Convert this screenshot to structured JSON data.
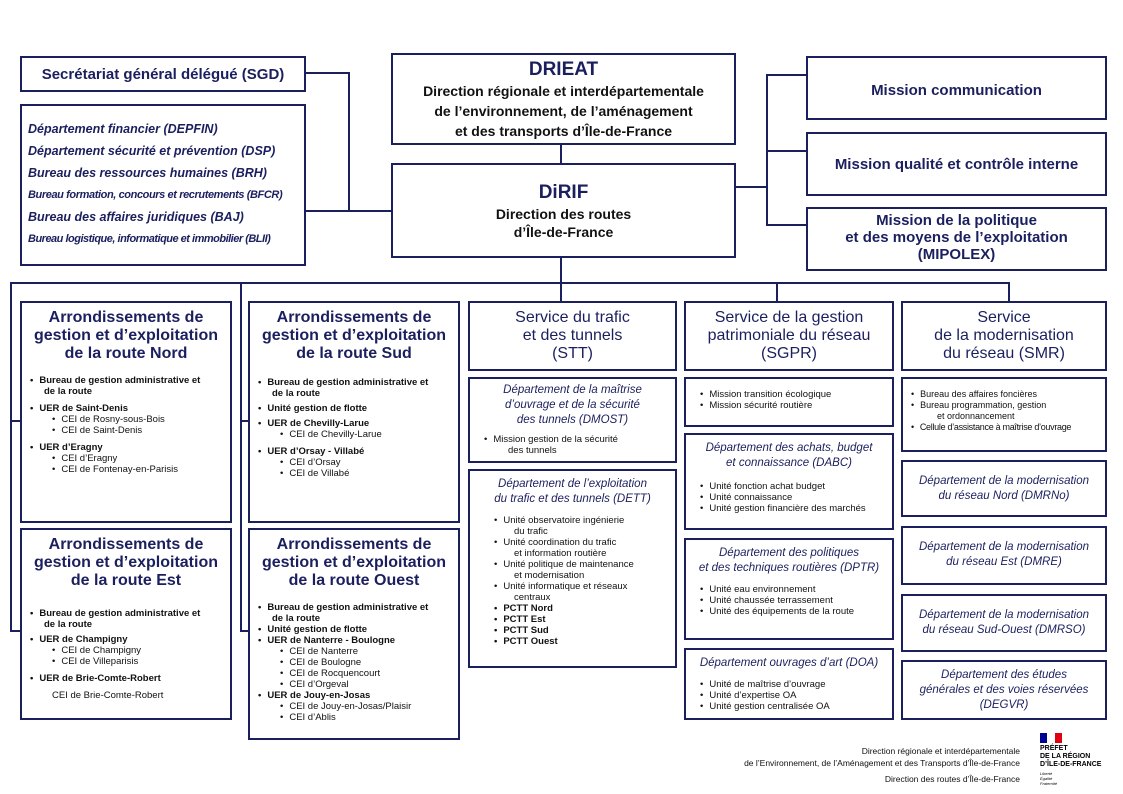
{
  "sgd": {
    "title": "Secrétariat général délégué (SGD)"
  },
  "sgd_units": [
    "Département financier (DEPFIN)",
    "Département sécurité et prévention (DSP)",
    "Bureau des ressources humaines (BRH)",
    "Bureau formation, concours et recrutements (BFCR)",
    "Bureau des affaires juridiques (BAJ)",
    "Bureau logistique, informatique et immobilier (BLII)"
  ],
  "drieat": {
    "title": "DRIEAT",
    "line1": "Direction régionale et interdépartementale",
    "line2": "de l’environnement, de l’aménagement",
    "line3": "et des transports d’Île-de-France"
  },
  "dirif": {
    "title": "DiRIF",
    "line1": "Direction des routes",
    "line2": "d’Île-de-France"
  },
  "missions": {
    "comm": "Mission communication",
    "qual": "Mission qualité et contrôle interne",
    "mipolex1": "Mission de la politique",
    "mipolex2": "et des moyens de l’exploitation",
    "mipolex3": "(MIPOLEX)"
  },
  "nord": {
    "t1": "Arrondissements de",
    "t2": "gestion et d’exploitation",
    "t3": "de la route Nord",
    "i1a": "Bureau de gestion administrative et",
    "i1b": "de la route",
    "i2": "UER de Saint-Denis",
    "i2a": "CEI de Rosny-sous-Bois",
    "i2b": "CEI de Saint-Denis",
    "i3": "UER d’Eragny",
    "i3a": "CEI d’Eragny",
    "i3b": "CEI de Fontenay-en-Parisis"
  },
  "est": {
    "t1": "Arrondissements de",
    "t2": "gestion et d’exploitation",
    "t3": "de la route Est",
    "i1a": "Bureau de gestion administrative et",
    "i1b": "de la route",
    "i2": "UER de Champigny",
    "i2a": "CEI de Champigny",
    "i2b": "CEI de Villeparisis",
    "i3": "UER de Brie-Comte-Robert",
    "i3a": "CEI de Brie-Comte-Robert"
  },
  "sud": {
    "t1": "Arrondissements de",
    "t2": "gestion et d’exploitation",
    "t3": "de la route Sud",
    "i1a": "Bureau de gestion administrative et",
    "i1b": "de la route",
    "i2": "Unité gestion de flotte",
    "i3": "UER de Chevilly-Larue",
    "i3a": "CEI de Chevilly-Larue",
    "i4": "UER d’Orsay - Villabé",
    "i4a": "CEI d’Orsay",
    "i4b": "CEI de Villabé"
  },
  "ouest": {
    "t1": "Arrondissements de",
    "t2": "gestion et d’exploitation",
    "t3": "de la route Ouest",
    "i1a": "Bureau de gestion administrative et",
    "i1b": "de la route",
    "i2": "Unité gestion de flotte",
    "i3": "UER de Nanterre - Boulogne",
    "i3a": "CEI de Nanterre",
    "i3b": "CEI de Boulogne",
    "i3c": "CEI de Rocquencourt",
    "i3d": "CEI d’Orgeval",
    "i4": "UER de Jouy-en-Josas",
    "i4a": "CEI de Jouy-en-Josas/Plaisir",
    "i4b": "CEI d’Ablis"
  },
  "stt": {
    "t1": "Service du trafic",
    "t2": "et des tunnels",
    "t3": "(STT)",
    "dmost1": "Département de la maîtrise",
    "dmost2": "d’ouvrage et de la sécurité",
    "dmost3": "des tunnels (DMOST)",
    "dmost_i1a": "Mission gestion de la sécurité",
    "dmost_i1b": "des tunnels",
    "dett1": "Département de l’exploitation",
    "dett2": "du trafic et des tunnels (DETT)",
    "dett_i1a": "Unité observatoire ingénierie",
    "dett_i1b": "du trafic",
    "dett_i2a": "Unité coordination du trafic",
    "dett_i2b": "et information routière",
    "dett_i3a": "Unité politique de maintenance",
    "dett_i3b": "et modernisation",
    "dett_i4a": "Unité informatique et réseaux",
    "dett_i4b": "centraux",
    "pcs": [
      "PCTT Nord",
      "PCTT Est",
      "PCTT Sud",
      "PCTT Ouest"
    ]
  },
  "sgpr": {
    "t1": "Service de la gestion",
    "t2": "patrimoniale du réseau",
    "t3": "(SGPR)",
    "m1": "Mission transition écologique",
    "m2": "Mission sécurité routière",
    "dabc1": "Département des achats, budget",
    "dabc2": "et connaissance (DABC)",
    "dabc_i": [
      "Unité fonction achat budget",
      "Unité connaissance",
      "Unité gestion financière des marchés"
    ],
    "dptr1": "Département des politiques",
    "dptr2": "et des techniques routières (DPTR)",
    "dptr_i": [
      "Unité eau environnement",
      "Unité chaussée terrassement",
      "Unité des équipements de la route"
    ],
    "doa1": "Département ouvrages d’art (DOA)",
    "doa_i": [
      "Unité de maîtrise d’ouvrage",
      "Unité d’expertise OA",
      "Unité gestion centralisée OA"
    ]
  },
  "smr": {
    "t1": "Service",
    "t2": "de la modernisation",
    "t3": "du réseau (SMR)",
    "i1": "Bureau des affaires foncières",
    "i2a": "Bureau programmation, gestion",
    "i2b": "et ordonnancement",
    "i3": "Cellule d’assistance à maîtrise d’ouvrage",
    "n1": "Département de la modernisation",
    "n2": "du réseau Nord (DMRNo)",
    "e1": "Département de la modernisation",
    "e2": "du réseau Est (DMRE)",
    "so1": "Département de la modernisation",
    "so2": "du réseau Sud-Ouest (DMRSO)",
    "d1": "Département des études",
    "d2": "générales et des voies réservées",
    "d3": "(DEGVR)"
  },
  "footer": {
    "l1": "Direction régionale et interdépartementale",
    "l2": "de l’Environnement, de l’Aménagement et des Transports d’Île-de-France",
    "l3": "Direction des routes d’Île-de-France"
  },
  "logo": {
    "l1": "PRÉFET",
    "l2": "DE LA RÉGION",
    "l3": "D’ÎLE-DE-FRANCE",
    "motto1": "Liberté",
    "motto2": "Égalité",
    "motto3": "Fraternité"
  }
}
